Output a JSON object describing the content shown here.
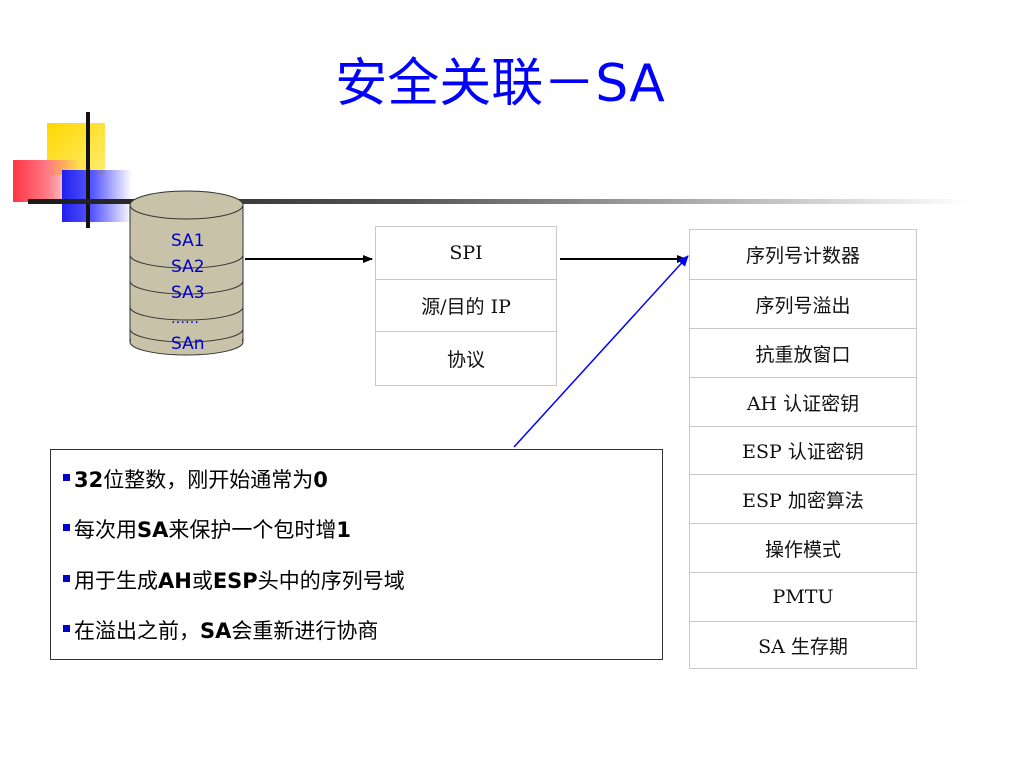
{
  "title": "安全关联－SA",
  "database": {
    "labels": [
      "SA1",
      "SA2",
      "SA3",
      "……",
      "SAn"
    ]
  },
  "selector_table": {
    "rows": [
      "SPI",
      "源/目的 IP",
      "协议"
    ]
  },
  "params_table": {
    "rows": [
      "序列号计数器",
      "序列号溢出",
      "抗重放窗口",
      "AH 认证密钥",
      "ESP 认证密钥",
      "ESP 加密算法",
      "操作模式",
      "PMTU",
      "SA 生存期"
    ]
  },
  "notes": {
    "items": [
      {
        "parts": [
          {
            "t": "32",
            "b": true
          },
          {
            "t": "位整数，刚开始通常为",
            "b": false
          },
          {
            "t": "0",
            "b": true
          }
        ]
      },
      {
        "parts": [
          {
            "t": "每次用",
            "b": false
          },
          {
            "t": "SA",
            "b": true
          },
          {
            "t": "来保护一个包时增",
            "b": false
          },
          {
            "t": "1",
            "b": true
          }
        ]
      },
      {
        "parts": [
          {
            "t": "用于生成",
            "b": false
          },
          {
            "t": "AH",
            "b": true
          },
          {
            "t": "或",
            "b": false
          },
          {
            "t": "ESP",
            "b": true
          },
          {
            "t": "头中的序列号域",
            "b": false
          }
        ]
      },
      {
        "parts": [
          {
            "t": "在溢出之前，",
            "b": false
          },
          {
            "t": "SA",
            "b": true
          },
          {
            "t": "会重新进行协商",
            "b": false
          }
        ]
      }
    ]
  },
  "colors": {
    "title": "#0000ff",
    "arrow_black": "#000000",
    "arrow_blue": "#0000ff",
    "cylinder": "#c8c2a8"
  }
}
